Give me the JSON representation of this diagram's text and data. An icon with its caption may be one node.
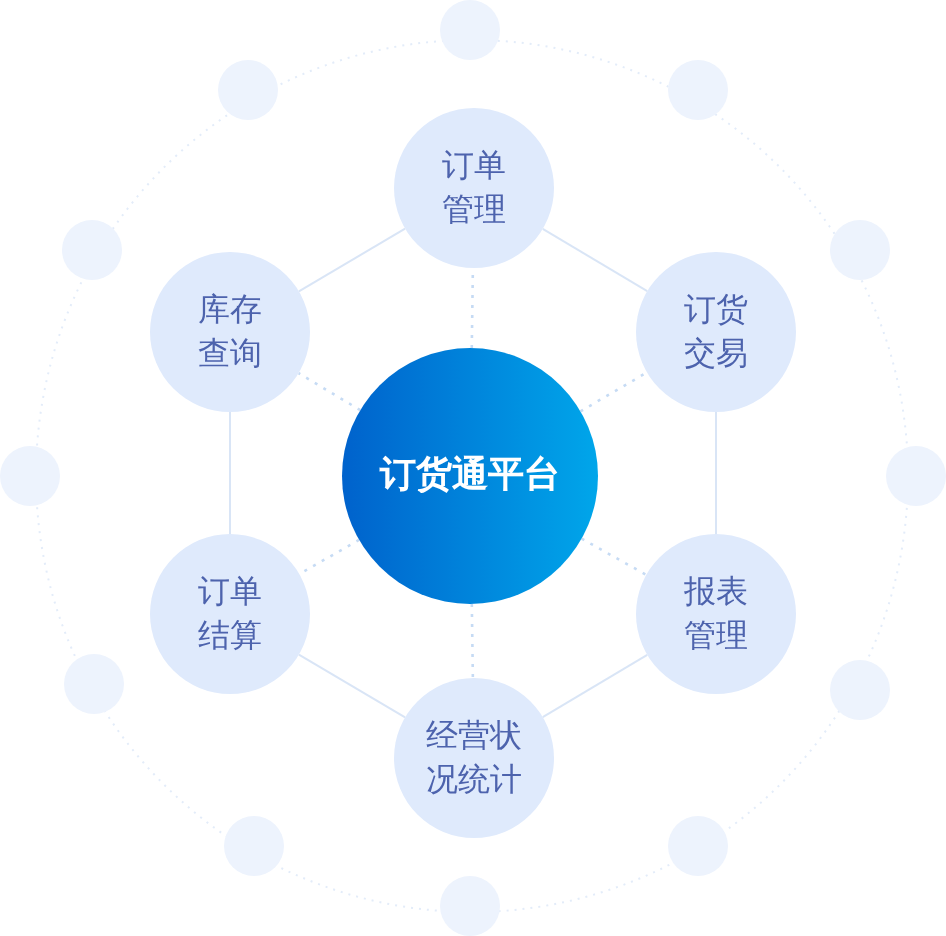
{
  "diagram": {
    "nodes": [
      {
        "text": [
          "订货通平台"
        ]
      },
      {
        "text": [
          "订单管理"
        ]
      },
      {
        "text": [
          "库存查询"
        ]
      },
      {
        "text": [
          "订货交易"
        ]
      },
      {
        "text": [
          "订单结算"
        ]
      },
      {
        "text": [
          "报表管理"
        ]
      },
      {
        "text": [
          "经营状况统计"
        ]
      },
      {
        "text": [],
        "shape": "circle"
      },
      {
        "text": [],
        "shape": "circle"
      },
      {
        "text": [],
        "shape": "circle"
      },
      {
        "text": [],
        "shape": "circle"
      },
      {
        "text": [],
        "shape": "circle"
      },
      {
        "text": [],
        "shape": "circle"
      },
      {
        "text": [],
        "shape": "circle"
      },
      {
        "text": [],
        "shape": "circle"
      },
      {
        "text": [],
        "shape": "circle"
      },
      {
        "text": [],
        "shape": "circle"
      },
      {
        "text": [],
        "shape": "circle"
      },
      {
        "text": [],
        "shape": "circle"
      }
    ],
    "edges": [
      {
        "from": 1,
        "to": 3,
        "arrow": "none"
      },
      {
        "from": 3,
        "to": 5,
        "arrow": "none"
      },
      {
        "from": 5,
        "to": 6,
        "arrow": "none"
      },
      {
        "from": 6,
        "to": 4,
        "arrow": "none"
      },
      {
        "from": 4,
        "to": 2,
        "arrow": "none"
      },
      {
        "from": 2,
        "to": 1,
        "arrow": "none"
      },
      {
        "from": 0,
        "to": 1,
        "arrow": "none",
        "style": "dashed"
      },
      {
        "from": 0,
        "to": 3,
        "arrow": "none",
        "style": "dashed"
      },
      {
        "from": 0,
        "to": 5,
        "arrow": "none",
        "style": "dashed"
      },
      {
        "from": 0,
        "to": 6,
        "arrow": "none",
        "style": "dashed"
      },
      {
        "from": 0,
        "to": 4,
        "arrow": "none",
        "style": "dashed"
      },
      {
        "from": 0,
        "to": 2,
        "arrow": "none",
        "style": "dashed"
      }
    ]
  }
}
